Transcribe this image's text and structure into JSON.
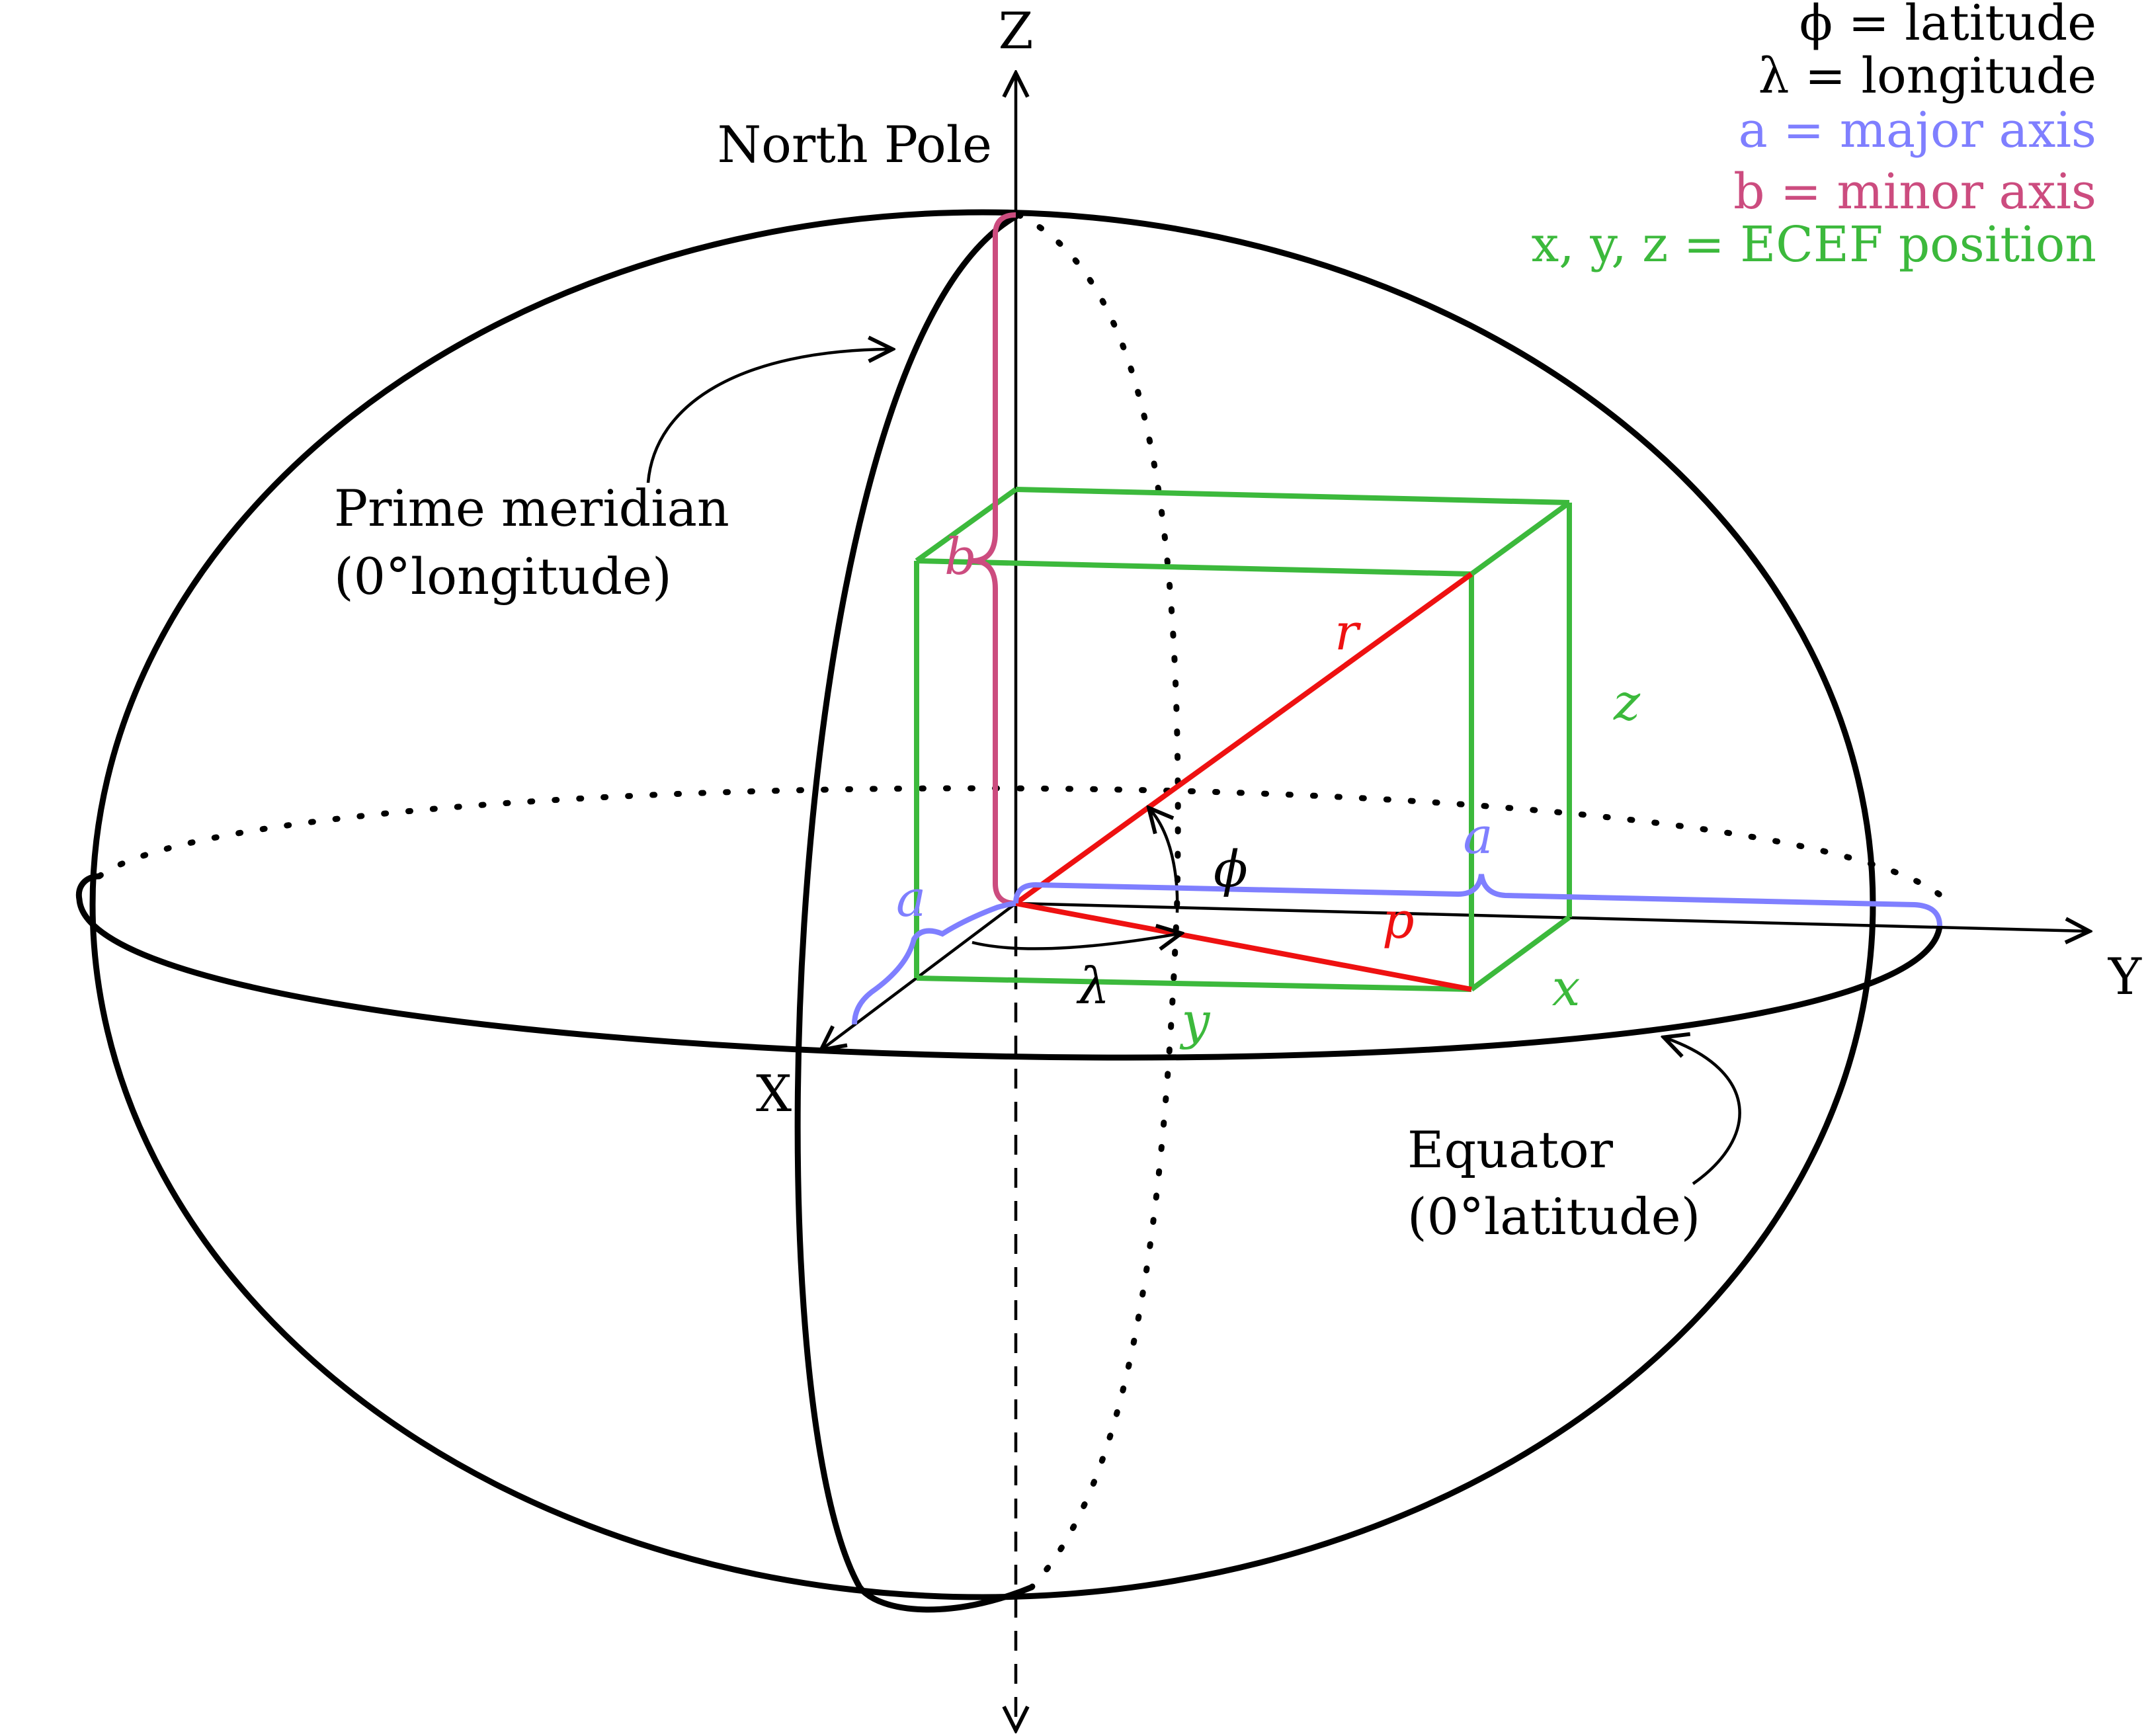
{
  "axes": {
    "z": "Z",
    "y": "Y",
    "x": "X"
  },
  "labels": {
    "north_pole": "North Pole",
    "prime_meridian_line1": "Prime meridian",
    "prime_meridian_line2": "(0°longitude)",
    "equator_line1": "Equator",
    "equator_line2": "(0°latitude)"
  },
  "symbols": {
    "phi": "ϕ",
    "lambda": "λ",
    "r": "r",
    "p": "p",
    "a": "a",
    "b": "b",
    "x": "x",
    "y": "y",
    "z": "z"
  },
  "legend": [
    {
      "text": "ϕ = latitude",
      "color": "#000000"
    },
    {
      "text": "λ = longitude",
      "color": "#000000"
    },
    {
      "text": "a = major axis",
      "color": "#7f7fff"
    },
    {
      "text": "b = minor axis",
      "color": "#cc4c7f"
    },
    {
      "text": "x, y, z = ECEF position",
      "color": "#3cb93c"
    }
  ],
  "colors": {
    "ellipsoid": "#000000",
    "box": "#3cb93c",
    "vectors": "#ee1111",
    "major_axis": "#7f7fff",
    "minor_axis": "#cc4c7f"
  }
}
